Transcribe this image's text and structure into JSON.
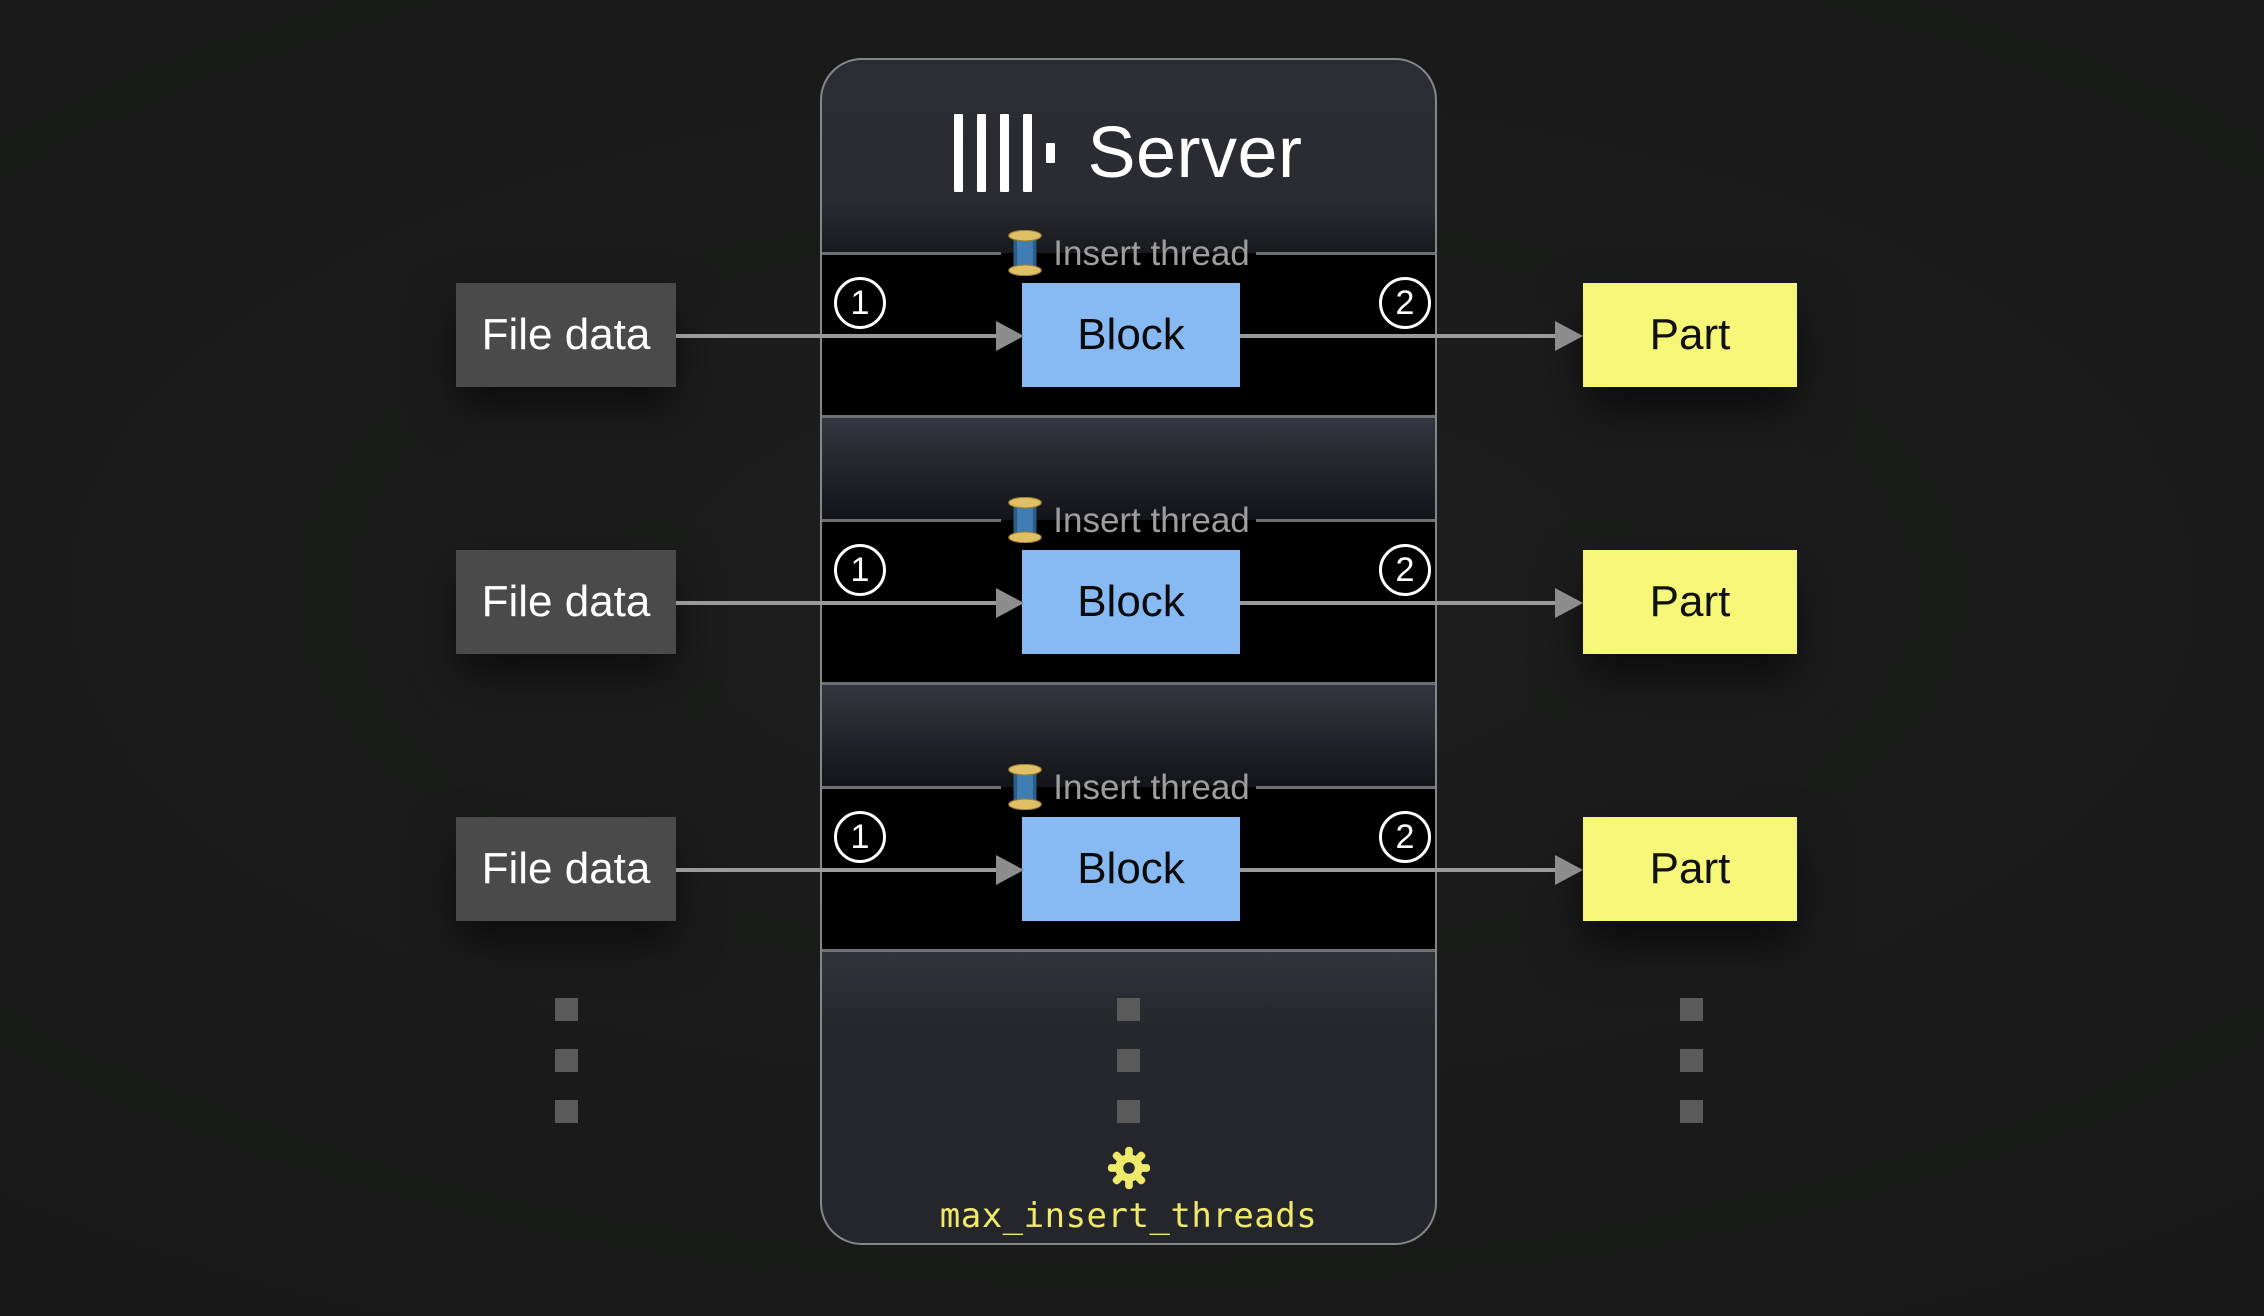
{
  "diagram": {
    "server": {
      "title": "Server",
      "logo_icon": "clickhouse-bars-logo",
      "setting": "max_insert_threads",
      "gear_icon": "gear-icon"
    },
    "threads": [
      {
        "legend": "Insert thread",
        "source": "File data",
        "block": "Block",
        "output": "Part",
        "step_in": "1",
        "step_out": "2"
      },
      {
        "legend": "Insert thread",
        "source": "File data",
        "block": "Block",
        "output": "Part",
        "step_in": "1",
        "step_out": "2"
      },
      {
        "legend": "Insert thread",
        "source": "File data",
        "block": "Block",
        "output": "Part",
        "step_in": "1",
        "step_out": "2"
      }
    ],
    "icons": {
      "thread": "thread-spool-icon",
      "ellipsis": "vertical-ellipsis-dots"
    },
    "colors": {
      "page_bg": "#181918",
      "server_bg": "#27292e",
      "server_border": "#85868a",
      "thread_row_bg": "#000000",
      "row_border": "#6e7074",
      "block_bg": "#87b9f3",
      "part_bg": "#f6f678",
      "source_bg": "#4a4a4a",
      "arrow": "#9a9a9a",
      "legend_text": "#9e9e9e",
      "setting_yellow": "#f0ea6a",
      "title_text": "#ffffff",
      "dot": "#5a5a5a"
    }
  }
}
